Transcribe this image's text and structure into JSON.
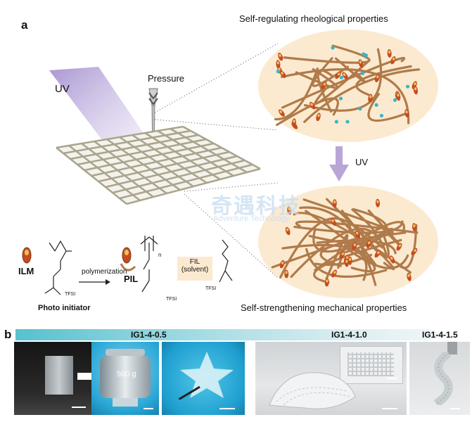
{
  "panel_a": {
    "label": "a",
    "uv_label": "UV",
    "pressure_label": "Pressure",
    "top_title": "Self-regulating rheological properties",
    "bottom_title": "Self-strengthening mechanical properties",
    "arrow_uv_label": "UV",
    "ilm_label": "ILM",
    "polymerization_label": "polymerization",
    "pil_label": "PIL",
    "subscript_n": "n",
    "fil_label_line1": "FIL",
    "fil_label_line2": "(solvent)",
    "tfsi_label": "TFSI",
    "photo_initiator_label": "Photo initiator",
    "watermark_cn": "奇遇科技",
    "watermark_en": "Adventure Technology"
  },
  "panel_b": {
    "label": "b",
    "group1": "IG1-4-0.5",
    "group2": "IG1-4-1.0",
    "group3": "IG1-4-1.5",
    "weight_label": "500 g"
  },
  "colors": {
    "fiber": "#b07a4a",
    "blob": "#fbead0",
    "accent_blue": "#38b6c8",
    "uv_purple": "#b9a6d6",
    "banner_teal": "#57c1cf"
  }
}
